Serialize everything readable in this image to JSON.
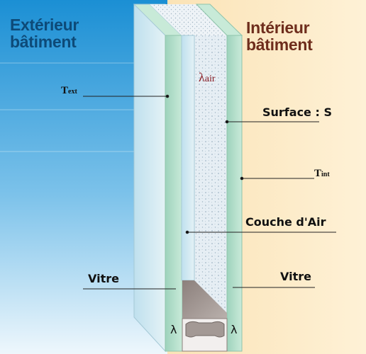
{
  "labels": {
    "exterior_line1": "Extérieur",
    "exterior_line2": "bâtiment",
    "interior_line1": "Intérieur",
    "interior_line2": "bâtiment",
    "t_ext": {
      "main": "T",
      "sub": "ext"
    },
    "t_int": {
      "main": "T",
      "sub": "int"
    },
    "lambda_air": {
      "main": "λ",
      "sub": "air"
    },
    "surface": "Surface : S",
    "couche_air": "Couche d'Air",
    "vitre_left": "Vitre",
    "vitre_right": "Vitre",
    "lambda_left": "λ",
    "lambda_right": "λ"
  },
  "colors": {
    "exterior_sky_top": "#1b8fd4",
    "exterior_sky_bottom": "#eaf5fc",
    "interior_background": "#fdebc6",
    "glass_face": "#cfe6ef",
    "glass_edge": "#a9d9c2",
    "air_gap": "#e4edf3",
    "spacer": "#9a908c",
    "lambda_air_text": "#8a1c24",
    "exterior_title": "#0d4a78",
    "interior_title": "#6e2d1c"
  }
}
